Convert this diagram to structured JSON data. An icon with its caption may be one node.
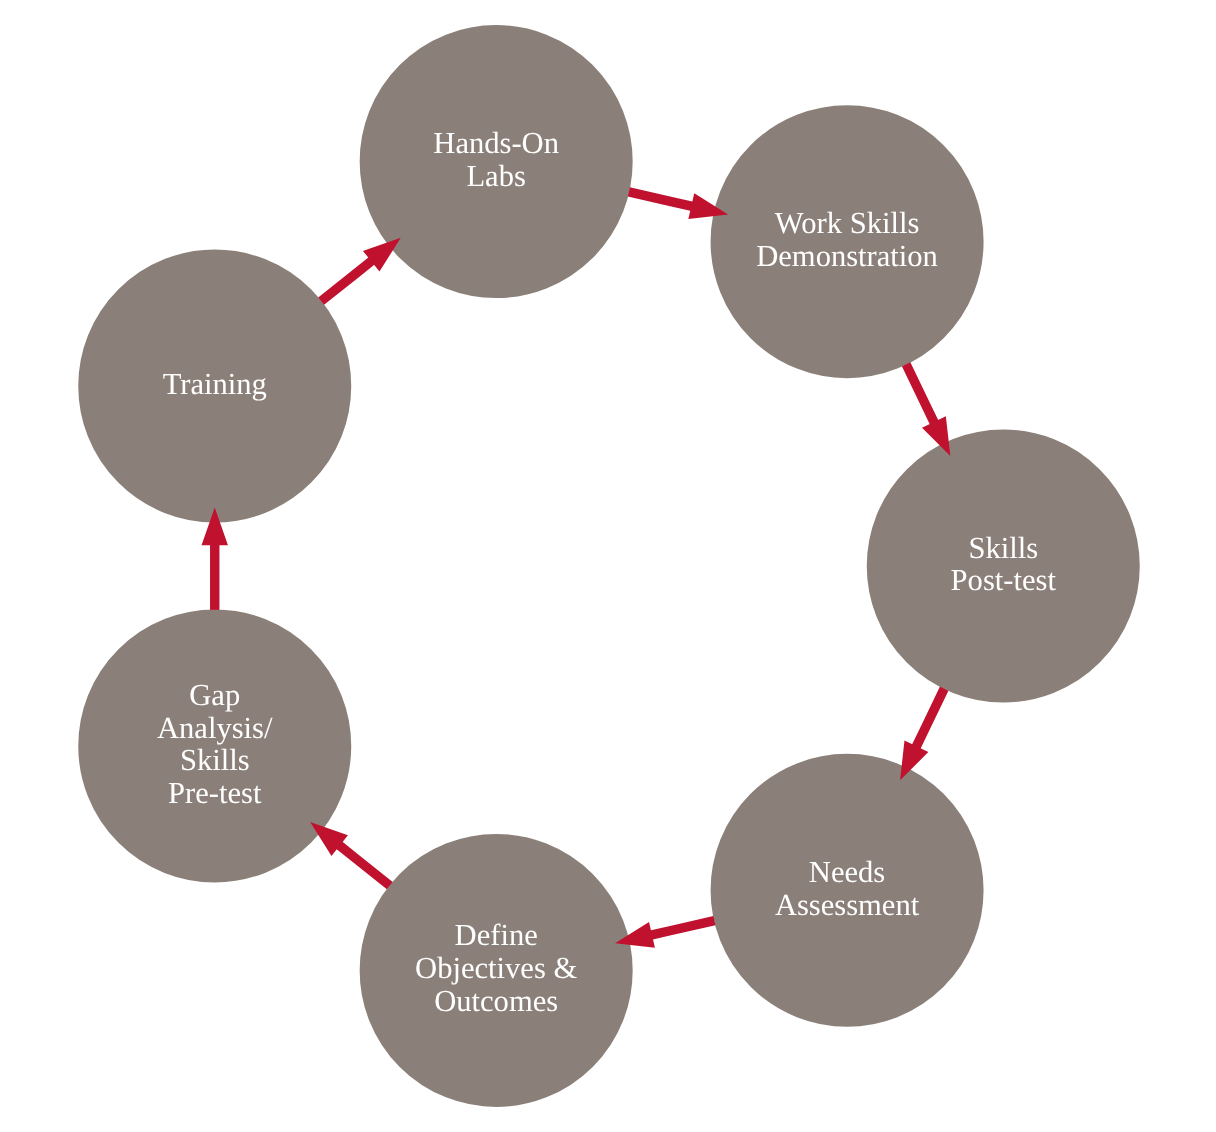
{
  "diagram": {
    "nodes": [
      {
        "text": [
          "Needs Assessment"
        ]
      },
      {
        "text": [
          "Define Objectives & Outcomes"
        ]
      },
      {
        "text": [
          "Gap Analysis/ Skills Pre-test"
        ]
      },
      {
        "text": [
          "Training"
        ]
      },
      {
        "text": [
          "Hands-On Labs"
        ]
      },
      {
        "text": [
          "Work Skills Demonstration"
        ]
      },
      {
        "text": [
          "Skills Post-test"
        ]
      }
    ],
    "edges": [
      {
        "from": 0,
        "to": 1,
        "arrow": "to"
      },
      {
        "from": 1,
        "to": 2,
        "arrow": "to"
      },
      {
        "from": 2,
        "to": 3,
        "arrow": "to"
      },
      {
        "from": 3,
        "to": 4,
        "arrow": "to"
      },
      {
        "from": 4,
        "to": 5,
        "arrow": "to"
      },
      {
        "from": 5,
        "to": 6,
        "arrow": "to"
      },
      {
        "from": 6,
        "to": 0,
        "arrow": "to"
      }
    ]
  }
}
